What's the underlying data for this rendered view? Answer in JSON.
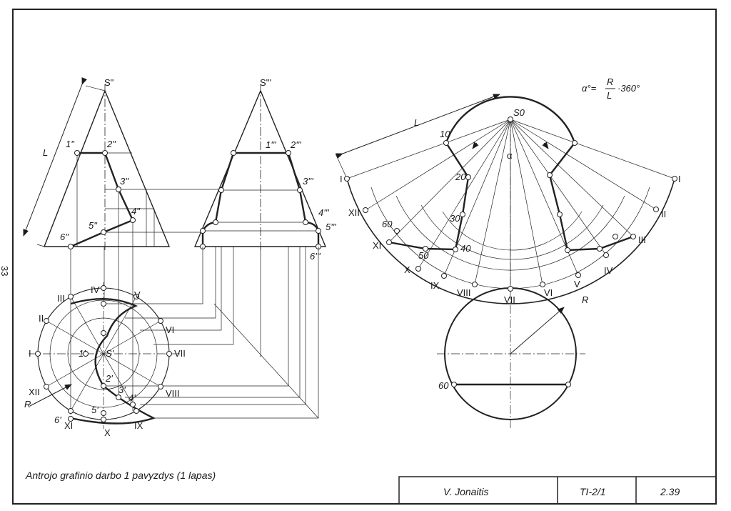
{
  "caption": "Antrojo grafinio darbo 1 pavyzdys (1 lapas)",
  "title_block": {
    "author": "V. Jonaitis",
    "code": "TI-2/1",
    "number": "2.39"
  },
  "side_mark": "33",
  "formula": {
    "lhs": "α°=",
    "num": "R",
    "den": "L",
    "rhs": "·360°"
  },
  "front_view": {
    "apex": "S\"",
    "points": [
      "1\"",
      "2\"",
      "3\"",
      "4\"",
      "5\"",
      "6\""
    ],
    "generatrix": "L"
  },
  "side_view": {
    "apex": "S'''",
    "points": [
      "1'''",
      "2'''",
      "3'''",
      "4'''",
      "5'''",
      "6'''"
    ]
  },
  "top_view": {
    "apex": "S'",
    "points": [
      "1'",
      "2'",
      "3'",
      "4'",
      "5'",
      "6'"
    ],
    "radius": "R",
    "romans": [
      "I",
      "II",
      "III",
      "IV",
      "V",
      "VI",
      "VII",
      "VIII",
      "IX",
      "X",
      "XI",
      "XII"
    ]
  },
  "development": {
    "apex": "S0",
    "length": "L",
    "angle": "α",
    "points": [
      "10",
      "20",
      "30",
      "40",
      "50",
      "60"
    ],
    "romans_left": [
      "I",
      "XII",
      "XI",
      "X",
      "IX",
      "VIII",
      "VII"
    ],
    "romans_right": [
      "I",
      "II",
      "III",
      "IV",
      "V",
      "VI"
    ],
    "base_radius": "R",
    "base_point": "60"
  }
}
